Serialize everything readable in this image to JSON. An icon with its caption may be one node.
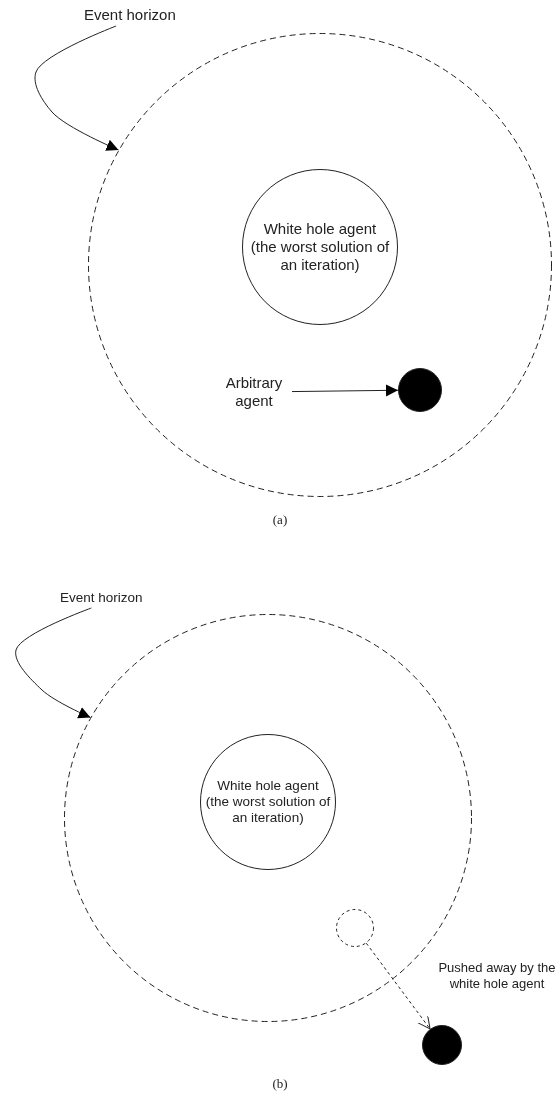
{
  "diagram": {
    "nodes": [
      {
        "text": [
          "Event horizon"
        ]
      },
      {
        "text": [],
        "shape": "circle"
      },
      {
        "text": [
          "White hole agent (the worst solution of an iteration)"
        ],
        "in": 1
      },
      {
        "text": [
          "Arbitrary agent"
        ],
        "in": 1
      },
      {
        "text": [],
        "shape": "circle",
        "in": 1
      },
      {
        "text": [
          "Event horizon"
        ]
      },
      {
        "text": [],
        "shape": "circle"
      },
      {
        "text": [
          "White hole agent (the worst solution of an iteration)"
        ],
        "in": 6
      },
      {
        "text": [],
        "shape": "circle",
        "in": 6
      },
      {
        "text": [],
        "shape": "circle"
      },
      {
        "text": [
          "Pushed away by the white hole agent"
        ]
      }
    ],
    "edges": [
      {
        "from": 0,
        "to": 1,
        "arrow": "to"
      },
      {
        "from": 3,
        "to": 4,
        "arrow": "to"
      },
      {
        "from": 5,
        "to": 6,
        "arrow": "to"
      },
      {
        "from": 8,
        "to": 9,
        "arrow": "to",
        "style": "dashed"
      }
    ],
    "labels": [
      "(a)",
      "(b)"
    ]
  }
}
